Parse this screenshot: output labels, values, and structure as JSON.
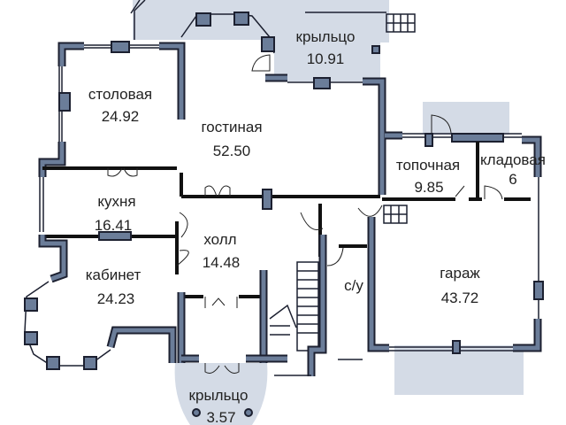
{
  "colors": {
    "wall": "#6b7d99",
    "wall_outline": "#1c2030",
    "porch": "#d4dbe6",
    "background": "#ffffff"
  },
  "rooms": {
    "porch_top": {
      "name": "крыльцо",
      "area": "10.91"
    },
    "dining": {
      "name": "столовая",
      "area": "24.92"
    },
    "living": {
      "name": "гостиная",
      "area": "52.50"
    },
    "boiler": {
      "name": "топочная",
      "area": "9.85"
    },
    "pantry": {
      "name": "кладовая",
      "area": "6"
    },
    "kitchen": {
      "name": "кухня",
      "area": "16.41"
    },
    "hall": {
      "name": "холл",
      "area": "14.48"
    },
    "study": {
      "name": "кабинет",
      "area": "24.23"
    },
    "wc": {
      "name": "с/у"
    },
    "garage": {
      "name": "гараж",
      "area": "43.72"
    },
    "porch_bottom": {
      "name": "крыльцо",
      "area": "3.57"
    }
  }
}
